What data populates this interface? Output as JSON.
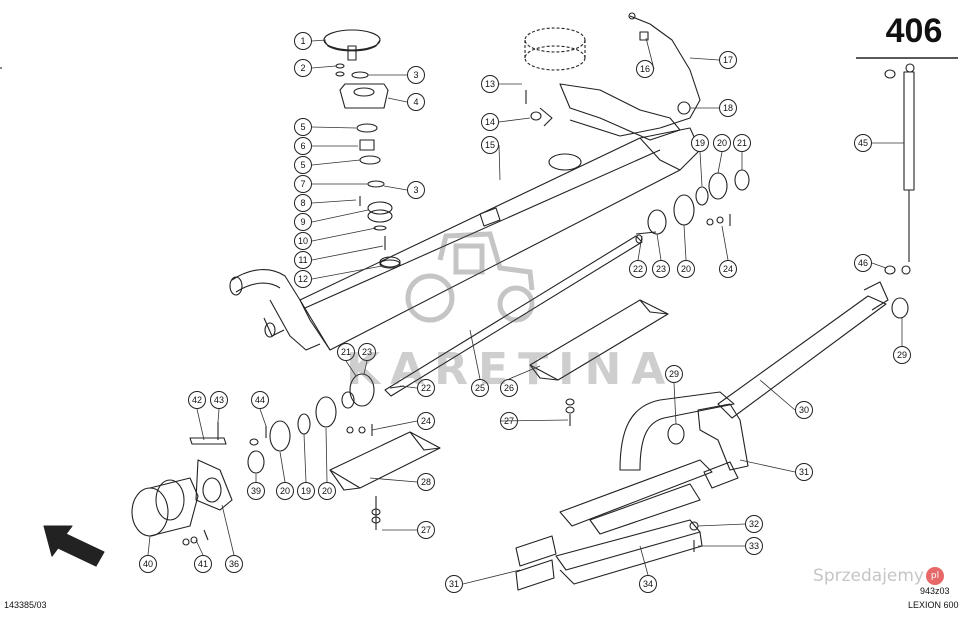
{
  "sheet": {
    "page_number": "406",
    "drawing_id": "143385/03",
    "ref_code": "943z03",
    "model": "LEXION 600"
  },
  "watermark": {
    "text": "KARETINA",
    "brand": "Sprzedajemy",
    "brand_mark": "pl"
  },
  "callouts": [
    {
      "num": "1"
    },
    {
      "num": "2"
    },
    {
      "num": "3"
    },
    {
      "num": "4"
    },
    {
      "num": "5"
    },
    {
      "num": "6"
    },
    {
      "num": "5"
    },
    {
      "num": "7"
    },
    {
      "num": "3"
    },
    {
      "num": "8"
    },
    {
      "num": "9"
    },
    {
      "num": "10"
    },
    {
      "num": "11"
    },
    {
      "num": "12"
    },
    {
      "num": "13"
    },
    {
      "num": "14"
    },
    {
      "num": "15"
    },
    {
      "num": "16"
    },
    {
      "num": "17"
    },
    {
      "num": "18"
    },
    {
      "num": "19"
    },
    {
      "num": "20"
    },
    {
      "num": "21"
    },
    {
      "num": "22"
    },
    {
      "num": "23"
    },
    {
      "num": "20"
    },
    {
      "num": "24"
    },
    {
      "num": "45"
    },
    {
      "num": "46"
    },
    {
      "num": "29"
    },
    {
      "num": "21"
    },
    {
      "num": "23"
    },
    {
      "num": "22"
    },
    {
      "num": "25"
    },
    {
      "num": "26"
    },
    {
      "num": "24"
    },
    {
      "num": "27"
    },
    {
      "num": "42"
    },
    {
      "num": "43"
    },
    {
      "num": "44"
    },
    {
      "num": "20"
    },
    {
      "num": "19"
    },
    {
      "num": "20"
    },
    {
      "num": "39"
    },
    {
      "num": "28"
    },
    {
      "num": "27"
    },
    {
      "num": "40"
    },
    {
      "num": "41"
    },
    {
      "num": "36"
    },
    {
      "num": "29"
    },
    {
      "num": "30"
    },
    {
      "num": "31"
    },
    {
      "num": "32"
    },
    {
      "num": "33"
    },
    {
      "num": "31"
    },
    {
      "num": "34"
    }
  ]
}
